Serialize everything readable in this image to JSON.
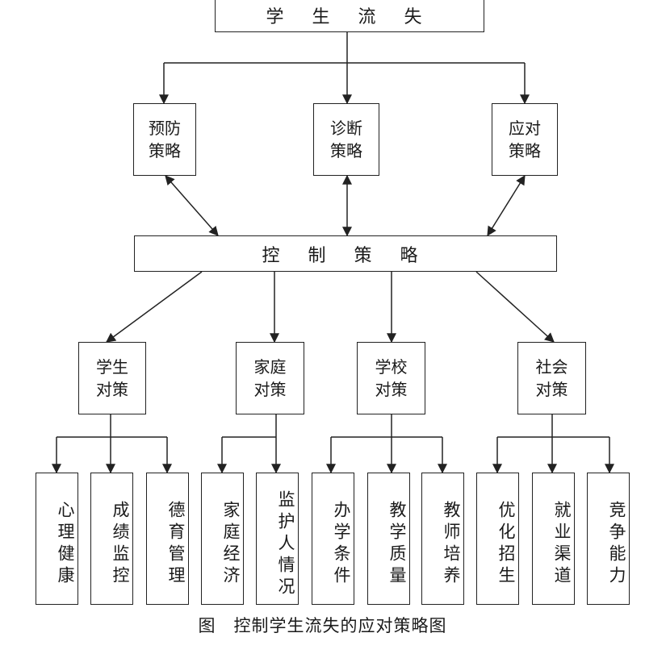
{
  "root": {
    "label": "学 生 流 失"
  },
  "strategies": [
    {
      "label": "预防\n策略"
    },
    {
      "label": "诊断\n策略"
    },
    {
      "label": "应对\n策略"
    }
  ],
  "control": {
    "label": "控 制 策 略"
  },
  "domains": [
    {
      "label": "学生\n对策",
      "items": [
        "心理健康",
        "成绩监控",
        "德育管理"
      ]
    },
    {
      "label": "家庭\n对策",
      "items": [
        "家庭经济",
        "监护人情况"
      ]
    },
    {
      "label": "学校\n对策",
      "items": [
        "办学条件",
        "教学质量",
        "教师培养"
      ]
    },
    {
      "label": "社会\n对策",
      "items": [
        "优化招生",
        "就业渠道",
        "竞争能力"
      ]
    }
  ],
  "caption": "图　控制学生流失的应对策略图"
}
